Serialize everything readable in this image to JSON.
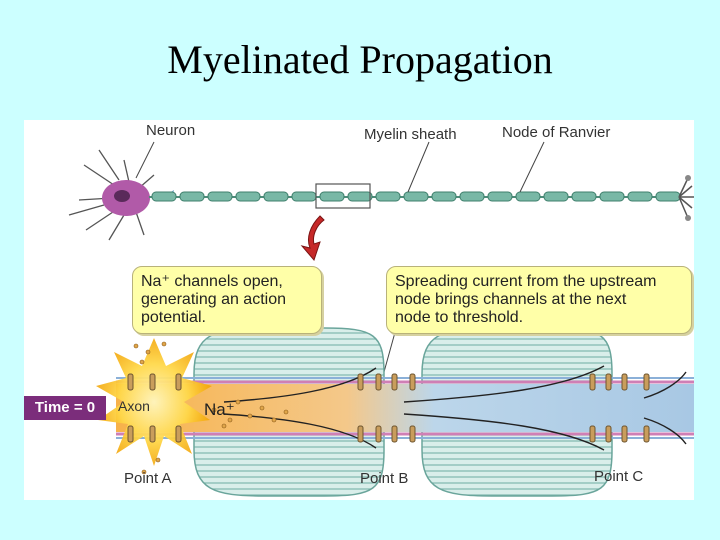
{
  "slide": {
    "title": "Myelinated Propagation"
  },
  "diagram": {
    "labels": {
      "neuron": "Neuron",
      "myelin_sheath": "Myelin sheath",
      "node_of_ranvier": "Node of Ranvier",
      "axon": "Axon",
      "na_ion": "Na⁺",
      "point_a": "Point A",
      "point_b": "Point B",
      "point_c": "Point C"
    },
    "time_badge": "Time = 0",
    "callout_left": [
      "Na⁺ channels open,",
      "generating an action",
      "potential."
    ],
    "callout_right": [
      "Spreading current from the upstream",
      "node brings channels at the next",
      "node to threshold."
    ]
  }
}
